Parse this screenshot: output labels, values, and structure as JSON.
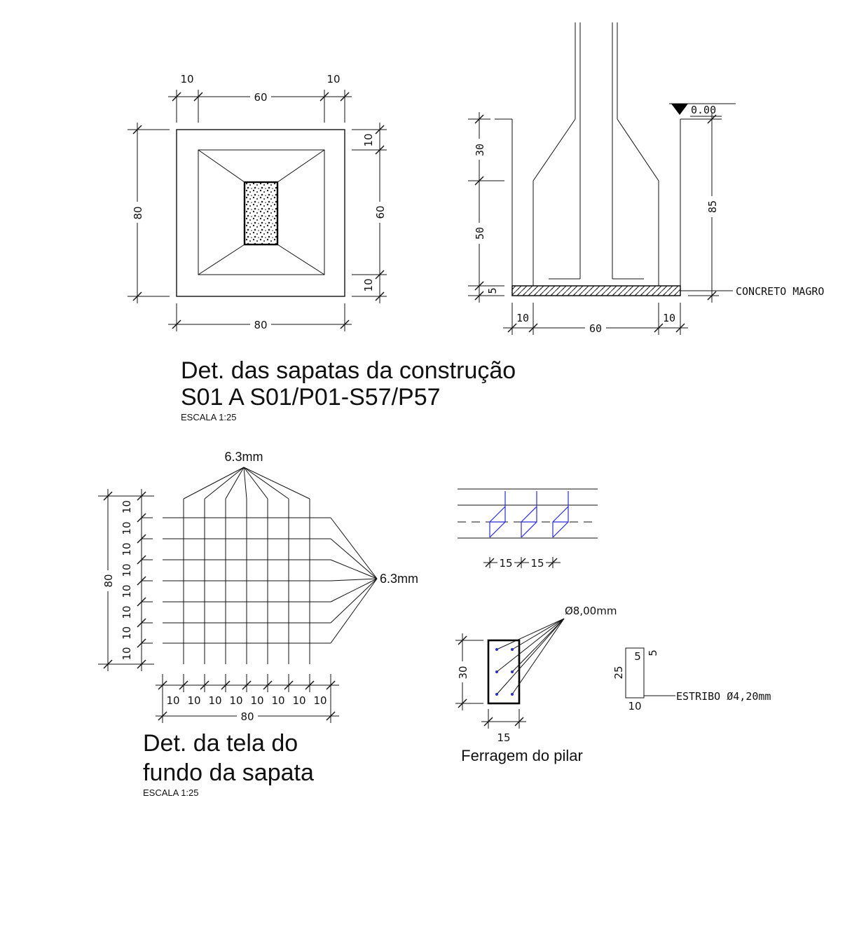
{
  "plan": {
    "d10a": "10",
    "d10b": "10",
    "d60": "60",
    "d80left": "80",
    "d10r1": "10",
    "d60right": "60",
    "d10r2": "10",
    "d80bottom": "80"
  },
  "section": {
    "d30": "30",
    "d50": "50",
    "d5": "5",
    "d85": "85",
    "level": "0.00",
    "concrete_label": "CONCRETO MAGRO",
    "b10a": "10",
    "b60": "60",
    "b10b": "10"
  },
  "title1": {
    "line1": "Det. das sapatas da construção",
    "line2": "S01 A S01/P01-S57/P57",
    "scale": "ESCALA 1:25"
  },
  "mesh": {
    "top_label": "6.3mm",
    "right_label": "6.3mm",
    "left_total": "80",
    "left_spacings": [
      "10",
      "10",
      "10",
      "10",
      "10",
      "10",
      "10",
      "10"
    ],
    "bottom_spacings": [
      "10",
      "10",
      "10",
      "10",
      "10",
      "10",
      "10",
      "10"
    ],
    "bottom_total": "80"
  },
  "title2": {
    "line1": "Det. da tela do",
    "line2": "fundo da sapata",
    "scale": "ESCALA 1:25"
  },
  "stirrups": {
    "s1": "15",
    "s2": "15"
  },
  "column": {
    "bar_label": "Ø8,00mm",
    "height": "30",
    "width": "15",
    "caption": "Ferragem do pilar"
  },
  "stirrup_detail": {
    "top": "5",
    "side": "5",
    "height": "25",
    "width": "10",
    "label": "ESTRIBO Ø4,20mm"
  }
}
